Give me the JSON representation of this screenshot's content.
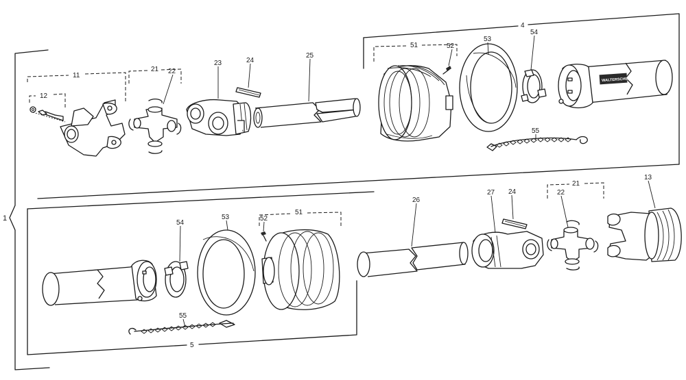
{
  "labels": {
    "l1": "1",
    "l4": "4",
    "l5": "5",
    "l11": "11",
    "l12": "12",
    "l21_top": "21",
    "l22_top": "22",
    "l23": "23",
    "l24_top": "24",
    "l25": "25",
    "l51_top": "51",
    "l52_top": "52",
    "l53_top": "53",
    "l54_top": "54",
    "l55_top": "55",
    "l13": "13",
    "l21_bot": "21",
    "l22_bot": "22",
    "l24_bot": "24",
    "l26": "26",
    "l27": "27",
    "l51_bot": "51",
    "l52_bot": "52",
    "l53_bot": "53",
    "l54_bot": "54",
    "l55_bot": "55"
  },
  "brand_text": "WALTERSCHEID"
}
